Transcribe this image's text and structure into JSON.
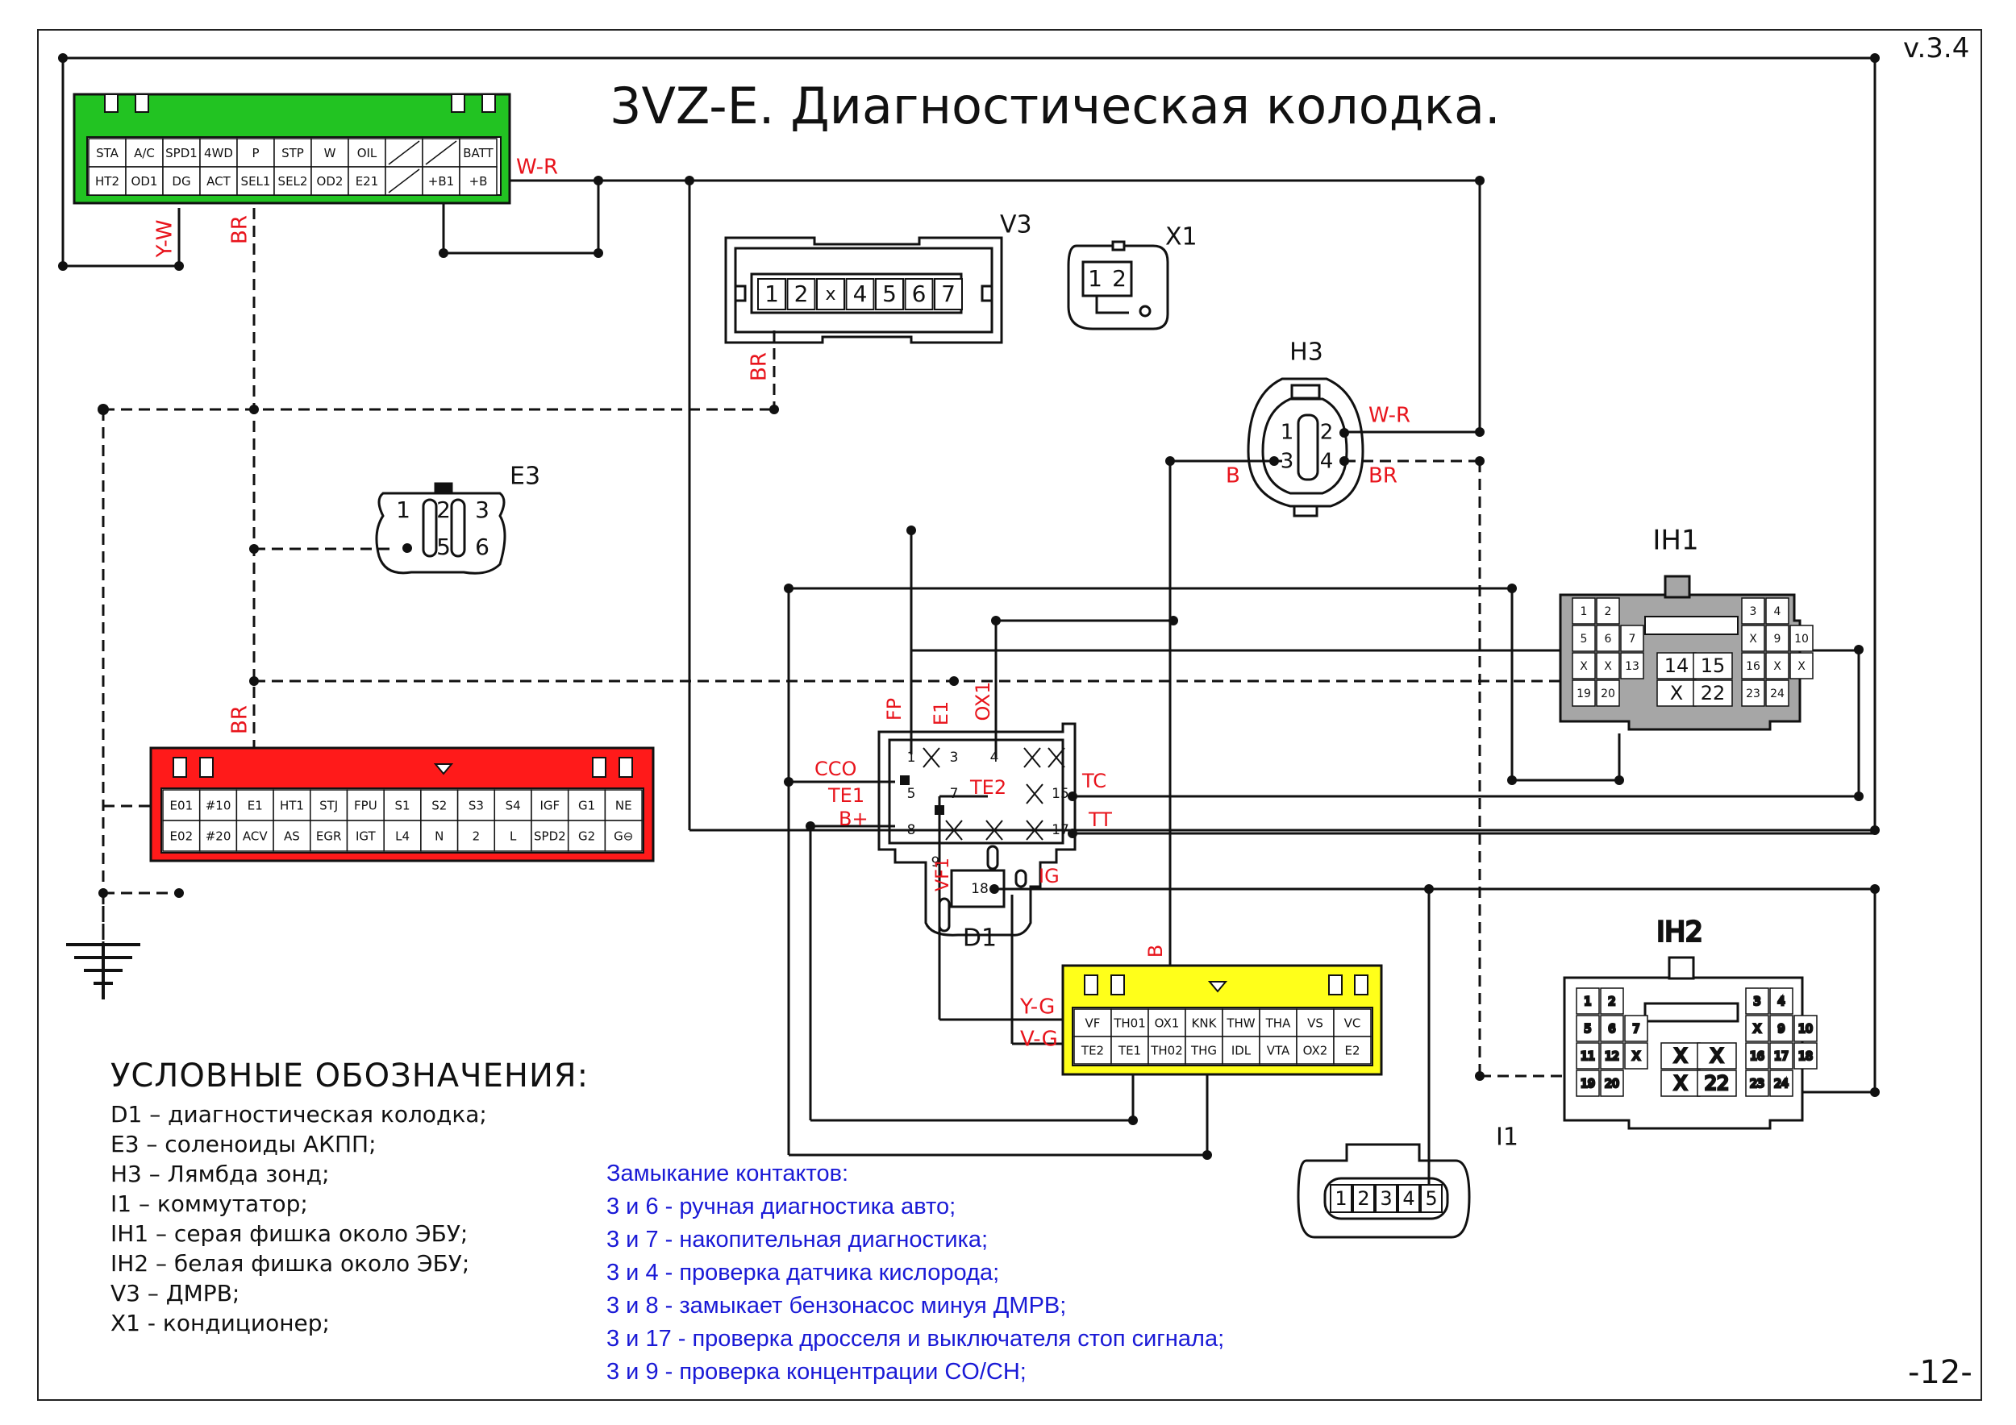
{
  "title": "3VZ-E. Диагностическая колодка.",
  "version": "v.3.4",
  "page_number": "-12-",
  "colors": {
    "ecu_green": "#22c322",
    "ecu_red": "#ff1a1a",
    "ecu_yellow": "#ffff1a",
    "ih_gray": "#a6a6a6",
    "wire_label": "#e8141c",
    "note_blue": "#1a1ad6"
  },
  "ecu_green": {
    "row1": [
      "STA",
      "A/C",
      "SPD1",
      "4WD",
      "P",
      "STP",
      "W",
      "OIL",
      "",
      "",
      "BATT"
    ],
    "row2": [
      "HT2",
      "OD1",
      "DG",
      "ACT",
      "SEL1",
      "SEL2",
      "OD2",
      "E21",
      "",
      "+B1",
      "+B"
    ]
  },
  "ecu_red": {
    "row1": [
      "E01",
      "#10",
      "E1",
      "HT1",
      "STJ",
      "FPU",
      "S1",
      "S2",
      "S3",
      "S4",
      "IGF",
      "G1",
      "NE"
    ],
    "row2": [
      "E02",
      "#20",
      "ACV",
      "AS",
      "EGR",
      "IGT",
      "L4",
      "N",
      "2",
      "L",
      "SPD2",
      "G2",
      "G⊖"
    ]
  },
  "ecu_yellow": {
    "row1": [
      "VF",
      "TH01",
      "OX1",
      "KNK",
      "THW",
      "THA",
      "VS",
      "VC"
    ],
    "row2": [
      "TE2",
      "TE1",
      "TH02",
      "THG",
      "IDL",
      "VTA",
      "OX2",
      "E2"
    ]
  },
  "components": {
    "v3": {
      "name": "V3",
      "pins": [
        "1",
        "2",
        "x",
        "4",
        "5",
        "6",
        "7"
      ]
    },
    "x1": {
      "name": "X1",
      "pins": [
        "1",
        "2"
      ]
    },
    "h3": {
      "name": "H3",
      "pins": [
        "1",
        "2",
        "3",
        "4"
      ]
    },
    "e3": {
      "name": "E3",
      "pins": [
        "1",
        "2",
        "3",
        "5",
        "6"
      ]
    },
    "ih1": {
      "name": "IH1",
      "pins": [
        "1",
        "2",
        "3",
        "4",
        "5",
        "6",
        "7",
        "X",
        "9",
        "10",
        "X",
        "X",
        "13",
        "14",
        "15",
        "16",
        "X",
        "X",
        "19",
        "20",
        "X",
        "22",
        "23",
        "24"
      ]
    },
    "ih2": {
      "name": "IH2",
      "pins": [
        "1",
        "2",
        "3",
        "4",
        "5",
        "6",
        "7",
        "X",
        "9",
        "10",
        "11",
        "12",
        "X",
        "X",
        "X",
        "16",
        "17",
        "18",
        "19",
        "20",
        "X",
        "22",
        "23",
        "24"
      ]
    },
    "i1": {
      "name": "I1",
      "pins": [
        "1",
        "2",
        "3",
        "4",
        "5"
      ]
    },
    "d1": {
      "name": "D1",
      "pins": [
        "1",
        "3",
        "4",
        "5",
        "7",
        "8",
        "9",
        "15",
        "17",
        "18"
      ]
    }
  },
  "wire_labels": {
    "wr_top": "W-R",
    "yw": "Y-W",
    "br1": "BR",
    "br_v3": "BR",
    "br_red": "BR",
    "h3_wr": "W-R",
    "h3_b": "B",
    "h3_br": "BR",
    "fp": "FP",
    "e1": "E1",
    "ox1": "OX1",
    "cco": "CCO",
    "te1": "TE1",
    "bplus": "B+",
    "te2": "TE2",
    "tc": "TC",
    "tt": "TT",
    "vf1": "VF1",
    "ig": "IG",
    "yg": "Y-G",
    "vg": "V-G",
    "b_yellow": "B"
  },
  "legend": {
    "heading": "УСЛОВНЫЕ ОБОЗНАЧЕНИЯ:",
    "items": [
      "D1 – диагностическая колодка;",
      "E3 – соленоиды АКПП;",
      "H3 – Лямбда зонд;",
      "I1 – коммутатор;",
      "IH1 – серая фишка около ЭБУ;",
      "IH2 – белая фишка около ЭБУ;",
      "V3 – ДМРВ;",
      "X1 - кондиционер;"
    ]
  },
  "notes": {
    "heading": "Замыкание контактов:",
    "items": [
      "3 и 6 - ручная диагностика авто;",
      "3 и 7 -  накопительная диагностика;",
      "3 и 4 - проверка датчика кислорода;",
      "3 и 8 - замыкает бензонасос минуя ДМРВ;",
      "3 и 17 - проверка дросселя и выключателя стоп сигнала;",
      "3 и 9 - проверка концентрации CO/CH;"
    ]
  }
}
